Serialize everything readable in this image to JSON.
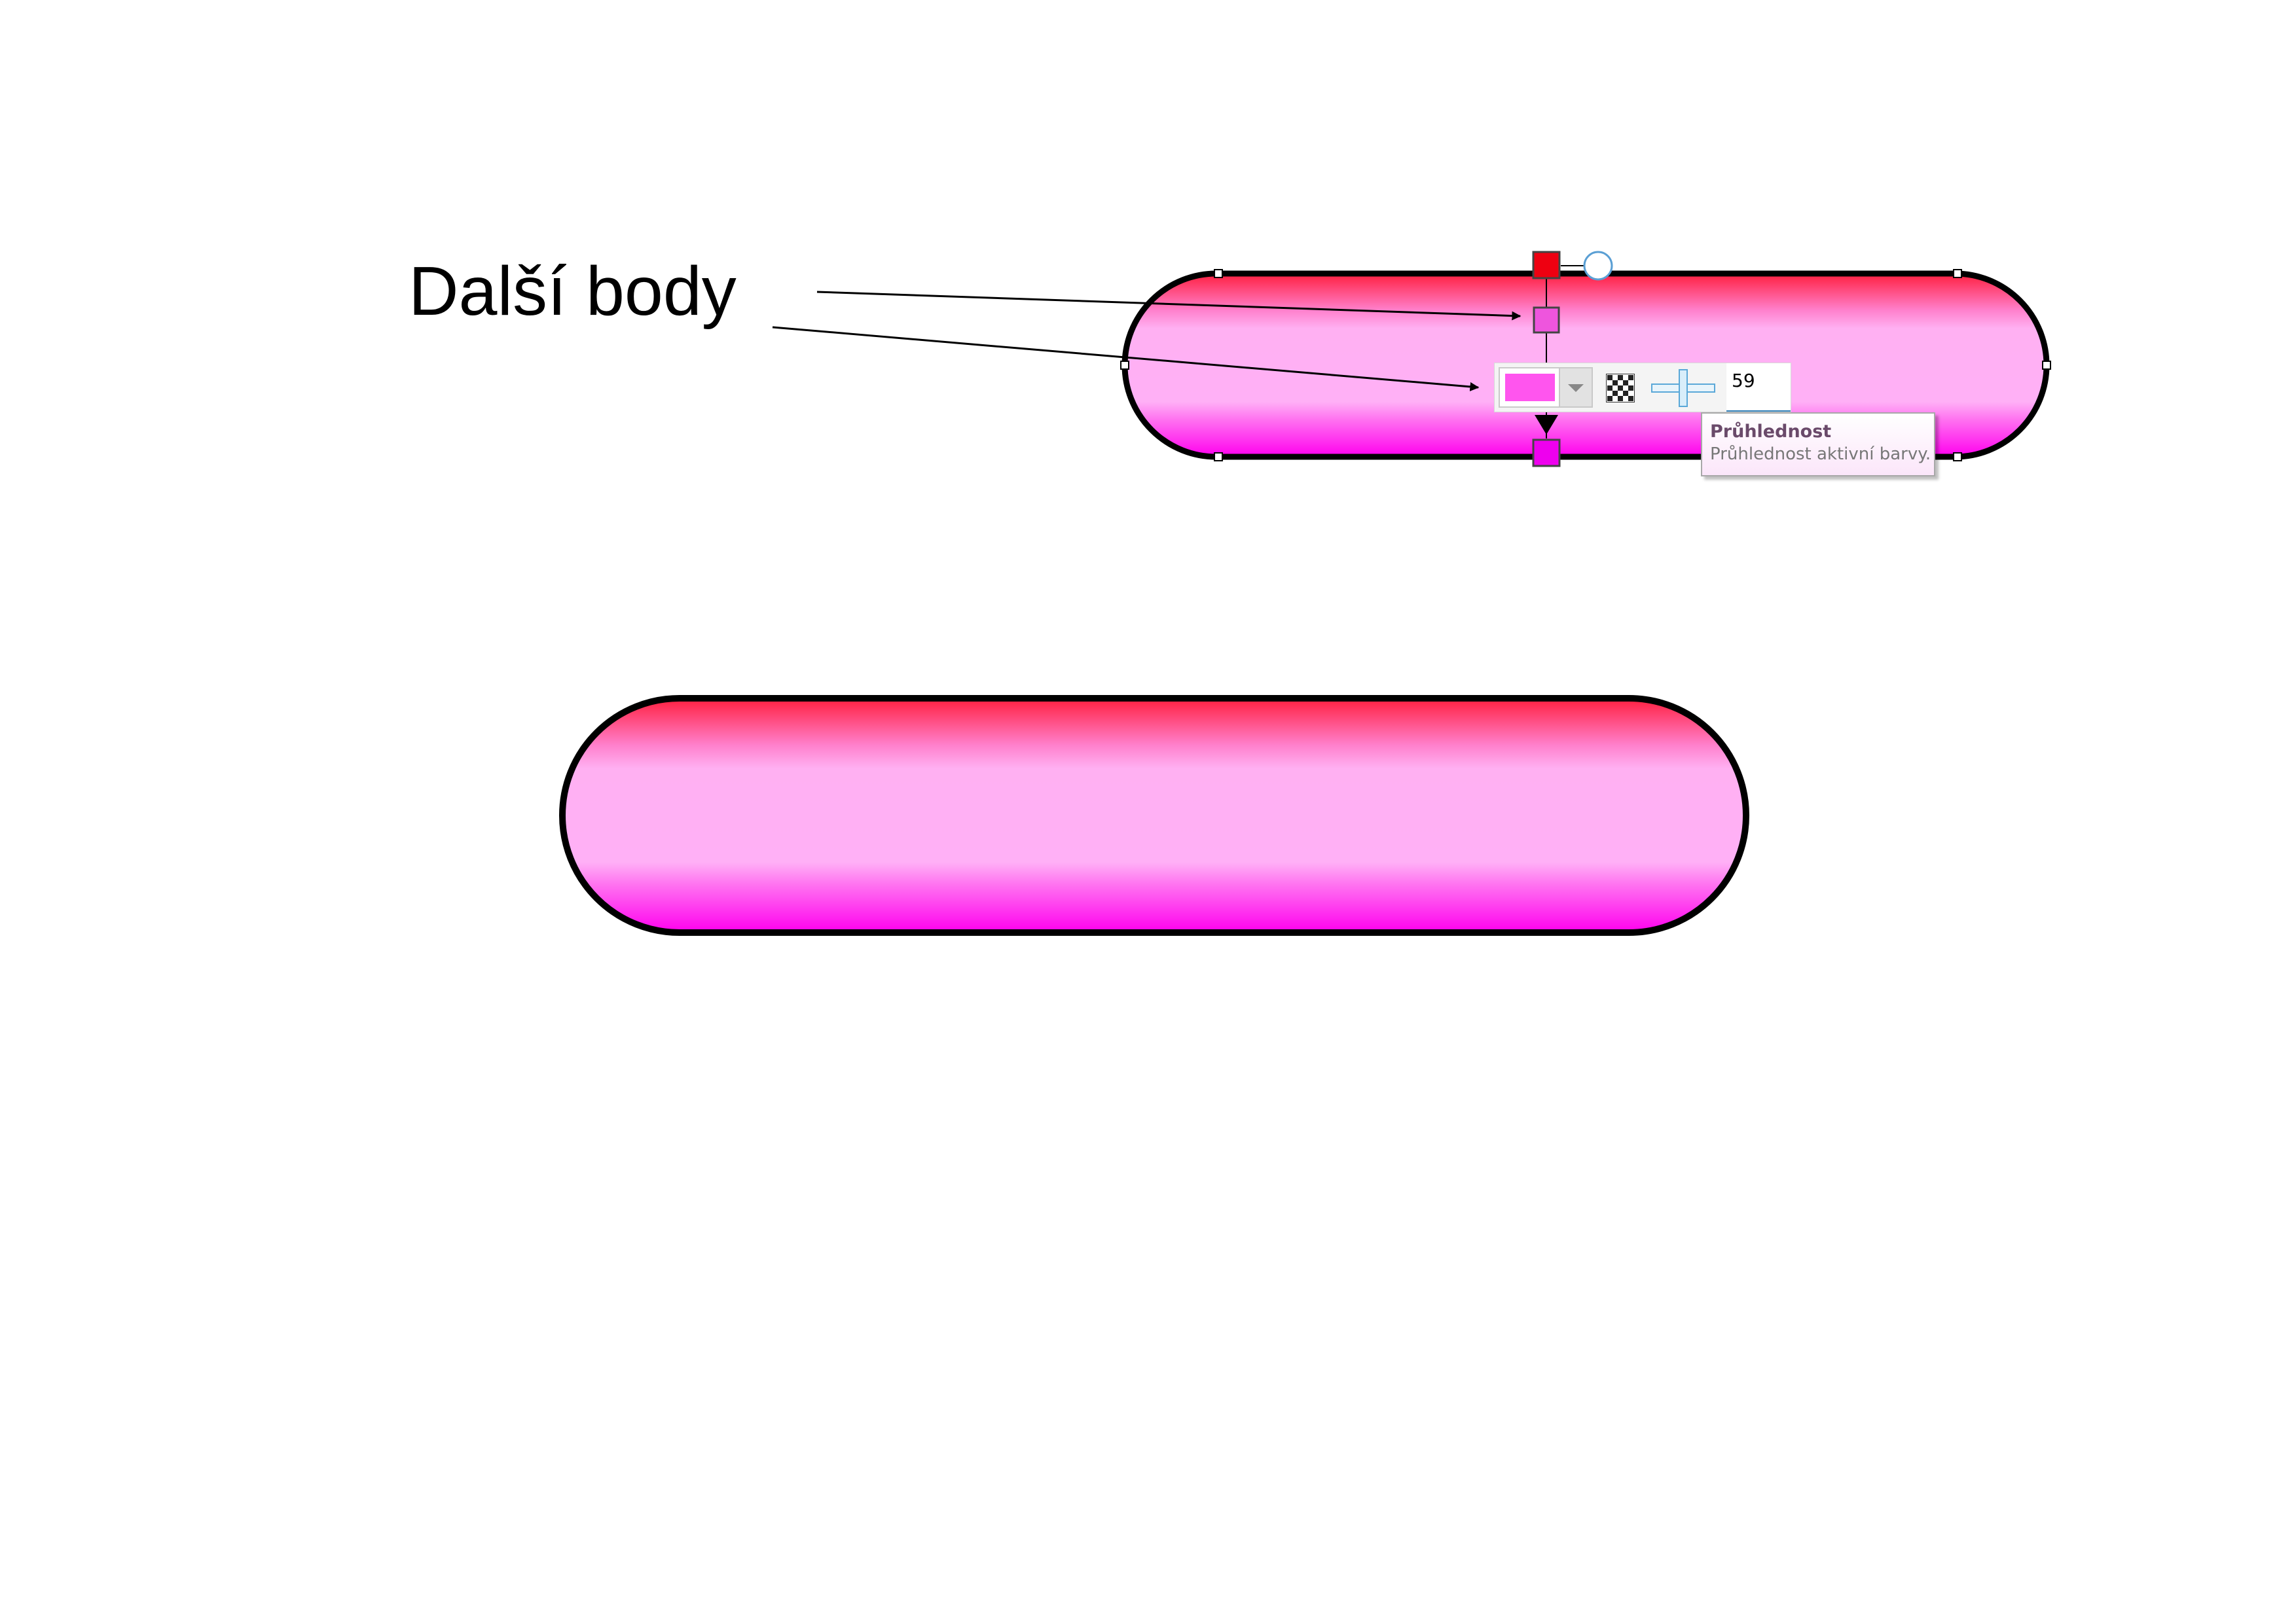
{
  "annotation": {
    "label": "Další body"
  },
  "fill_toolbar": {
    "active_color": "#ff55ee",
    "transparency_value": "59"
  },
  "tooltip": {
    "title": "Průhlednost",
    "description": "Průhlednost aktivní barvy."
  },
  "gradient_nodes": {
    "start_color": "#ee0011",
    "middle_color": "#ee55dd",
    "end_color": "#ee00ee"
  },
  "shape_gradient": {
    "top_color": "#ff1f3f",
    "upper_mid_color": "#ffb0f2",
    "lower_mid_color": "#ffb0f6",
    "bottom_color": "#ff00ee",
    "outline_color": "#000000"
  }
}
